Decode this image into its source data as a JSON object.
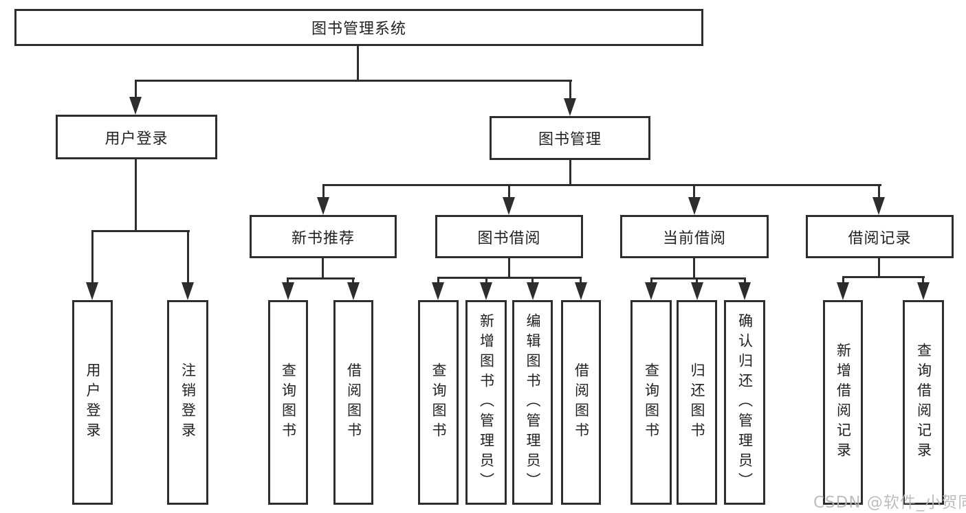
{
  "colors": {
    "line": "#2d2d2d",
    "text": "#222222",
    "watermark_text": "#b6b6b6",
    "background": "#ffffff"
  },
  "tree": {
    "root": {
      "label": "图书管理系统"
    },
    "children": [
      {
        "label": "用户登录",
        "children": [
          {
            "label": "用户登录"
          },
          {
            "label": "注销登录"
          }
        ]
      },
      {
        "label": "图书管理",
        "children": [
          {
            "label": "新书推荐",
            "children": [
              {
                "label": "查询图书"
              },
              {
                "label": "借阅图书"
              }
            ]
          },
          {
            "label": "图书借阅",
            "children": [
              {
                "label": "查询图书"
              },
              {
                "label": "新增图书（管理员）"
              },
              {
                "label": "编辑图书（管理员）"
              },
              {
                "label": "借阅图书"
              }
            ]
          },
          {
            "label": "当前借阅",
            "children": [
              {
                "label": "查询图书"
              },
              {
                "label": "归还图书"
              },
              {
                "label": "确认归还（管理员）"
              }
            ]
          },
          {
            "label": "借阅记录",
            "children": [
              {
                "label": "新增借阅记录"
              },
              {
                "label": "查询借阅记录"
              }
            ]
          }
        ]
      }
    ]
  },
  "watermark": {
    "text": "CSDN @软件_小贺同学"
  }
}
